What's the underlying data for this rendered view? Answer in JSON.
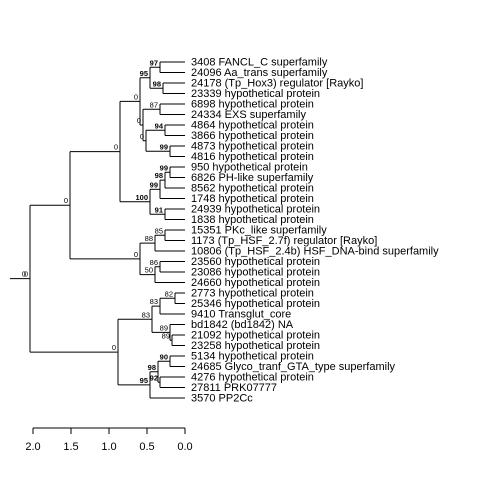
{
  "tips": [
    "3408 FANCL_C superfamily",
    "24096 Aa_trans superfamily",
    "24178 (Tp_Hox3) regulator [Rayko]",
    "23339 hypothetical protein",
    "6898 hypothetical protein",
    "24334 EXS superfamily",
    "4864 hypothetical protein",
    "3866 hypothetical protein",
    "4873 hypothetical protein",
    "4816 hypothetical protein",
    "950 hypothetical protein",
    "6826 PH-like superfamily",
    "8562 hypothetical protein",
    "1748 hypothetical protein",
    "24939 hypothetical protein",
    "1838 hypothetical protein",
    "15351 PKc_like superfamily",
    "1173 (Tp_HSF_2.7f) regulator [Rayko]",
    "10806 (Tp_HSF_2.4b) HSF_DNA-bind superfamily",
    "23560 hypothetical protein",
    "23086 hypothetical protein",
    "24660 hypothetical protein",
    "2773 hypothetical protein",
    "25346 hypothetical protein",
    "9410 Transglut_core",
    "bd1842 (bd1842) NA",
    "21092 hypothetical protein",
    "23258 hypothetical protein",
    "5134 hypothetical protein",
    "24685 Glyco_tranf_GTA_type superfamily",
    "4276 hypothetical protein",
    "27811 PRK07777",
    "3570 PP2Cc"
  ],
  "support_values": [
    "0",
    "97",
    "95",
    "98",
    "0",
    "87",
    "0",
    "94",
    "99",
    "0",
    "99",
    "98",
    "99",
    "100",
    "91",
    "0",
    "85",
    "88",
    "0",
    "86",
    "50",
    "82",
    "83",
    "89",
    "89",
    "83",
    "0",
    "90",
    "98",
    "92",
    "95",
    "0"
  ],
  "axis": {
    "ticks": [
      "2.0",
      "1.5",
      "1.0",
      "0.5",
      "0.0"
    ]
  }
}
